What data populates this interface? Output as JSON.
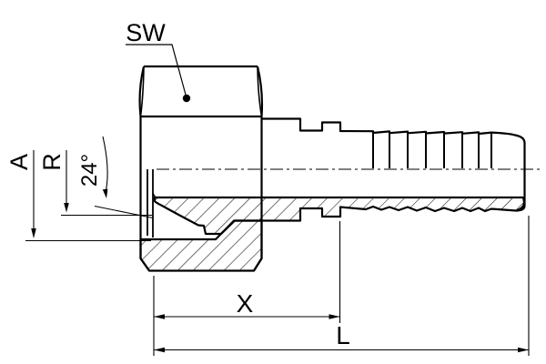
{
  "drawing": {
    "title": "hose-fitting-section-drawing",
    "labels": {
      "wrench_size": "SW",
      "dim_a": "A",
      "dim_r": "R",
      "cone_angle": "24°",
      "dim_x": "X",
      "dim_l": "L"
    },
    "colors": {
      "line": "#000000",
      "background": "#ffffff"
    }
  }
}
